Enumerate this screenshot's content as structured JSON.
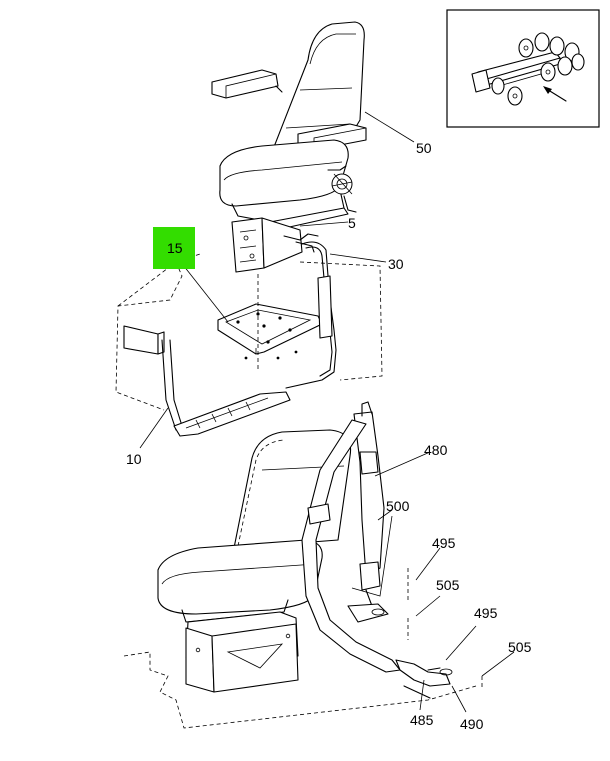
{
  "highlight": {
    "label": "15",
    "color": "#33dd00"
  },
  "callouts": [
    {
      "id": "50",
      "label": "50"
    },
    {
      "id": "5",
      "label": "5"
    },
    {
      "id": "30",
      "label": "30"
    },
    {
      "id": "10",
      "label": "10"
    },
    {
      "id": "480",
      "label": "480"
    },
    {
      "id": "500",
      "label": "500"
    },
    {
      "id": "495a",
      "label": "495"
    },
    {
      "id": "505a",
      "label": "505"
    },
    {
      "id": "495b",
      "label": "495"
    },
    {
      "id": "505b",
      "label": "505"
    },
    {
      "id": "485",
      "label": "485"
    },
    {
      "id": "490",
      "label": "490"
    }
  ],
  "icons": {
    "locator": "truck-chassis-locator-icon",
    "seat_top": "suspension-seat-icon",
    "seat_bottom": "seat-with-belt-icon"
  }
}
